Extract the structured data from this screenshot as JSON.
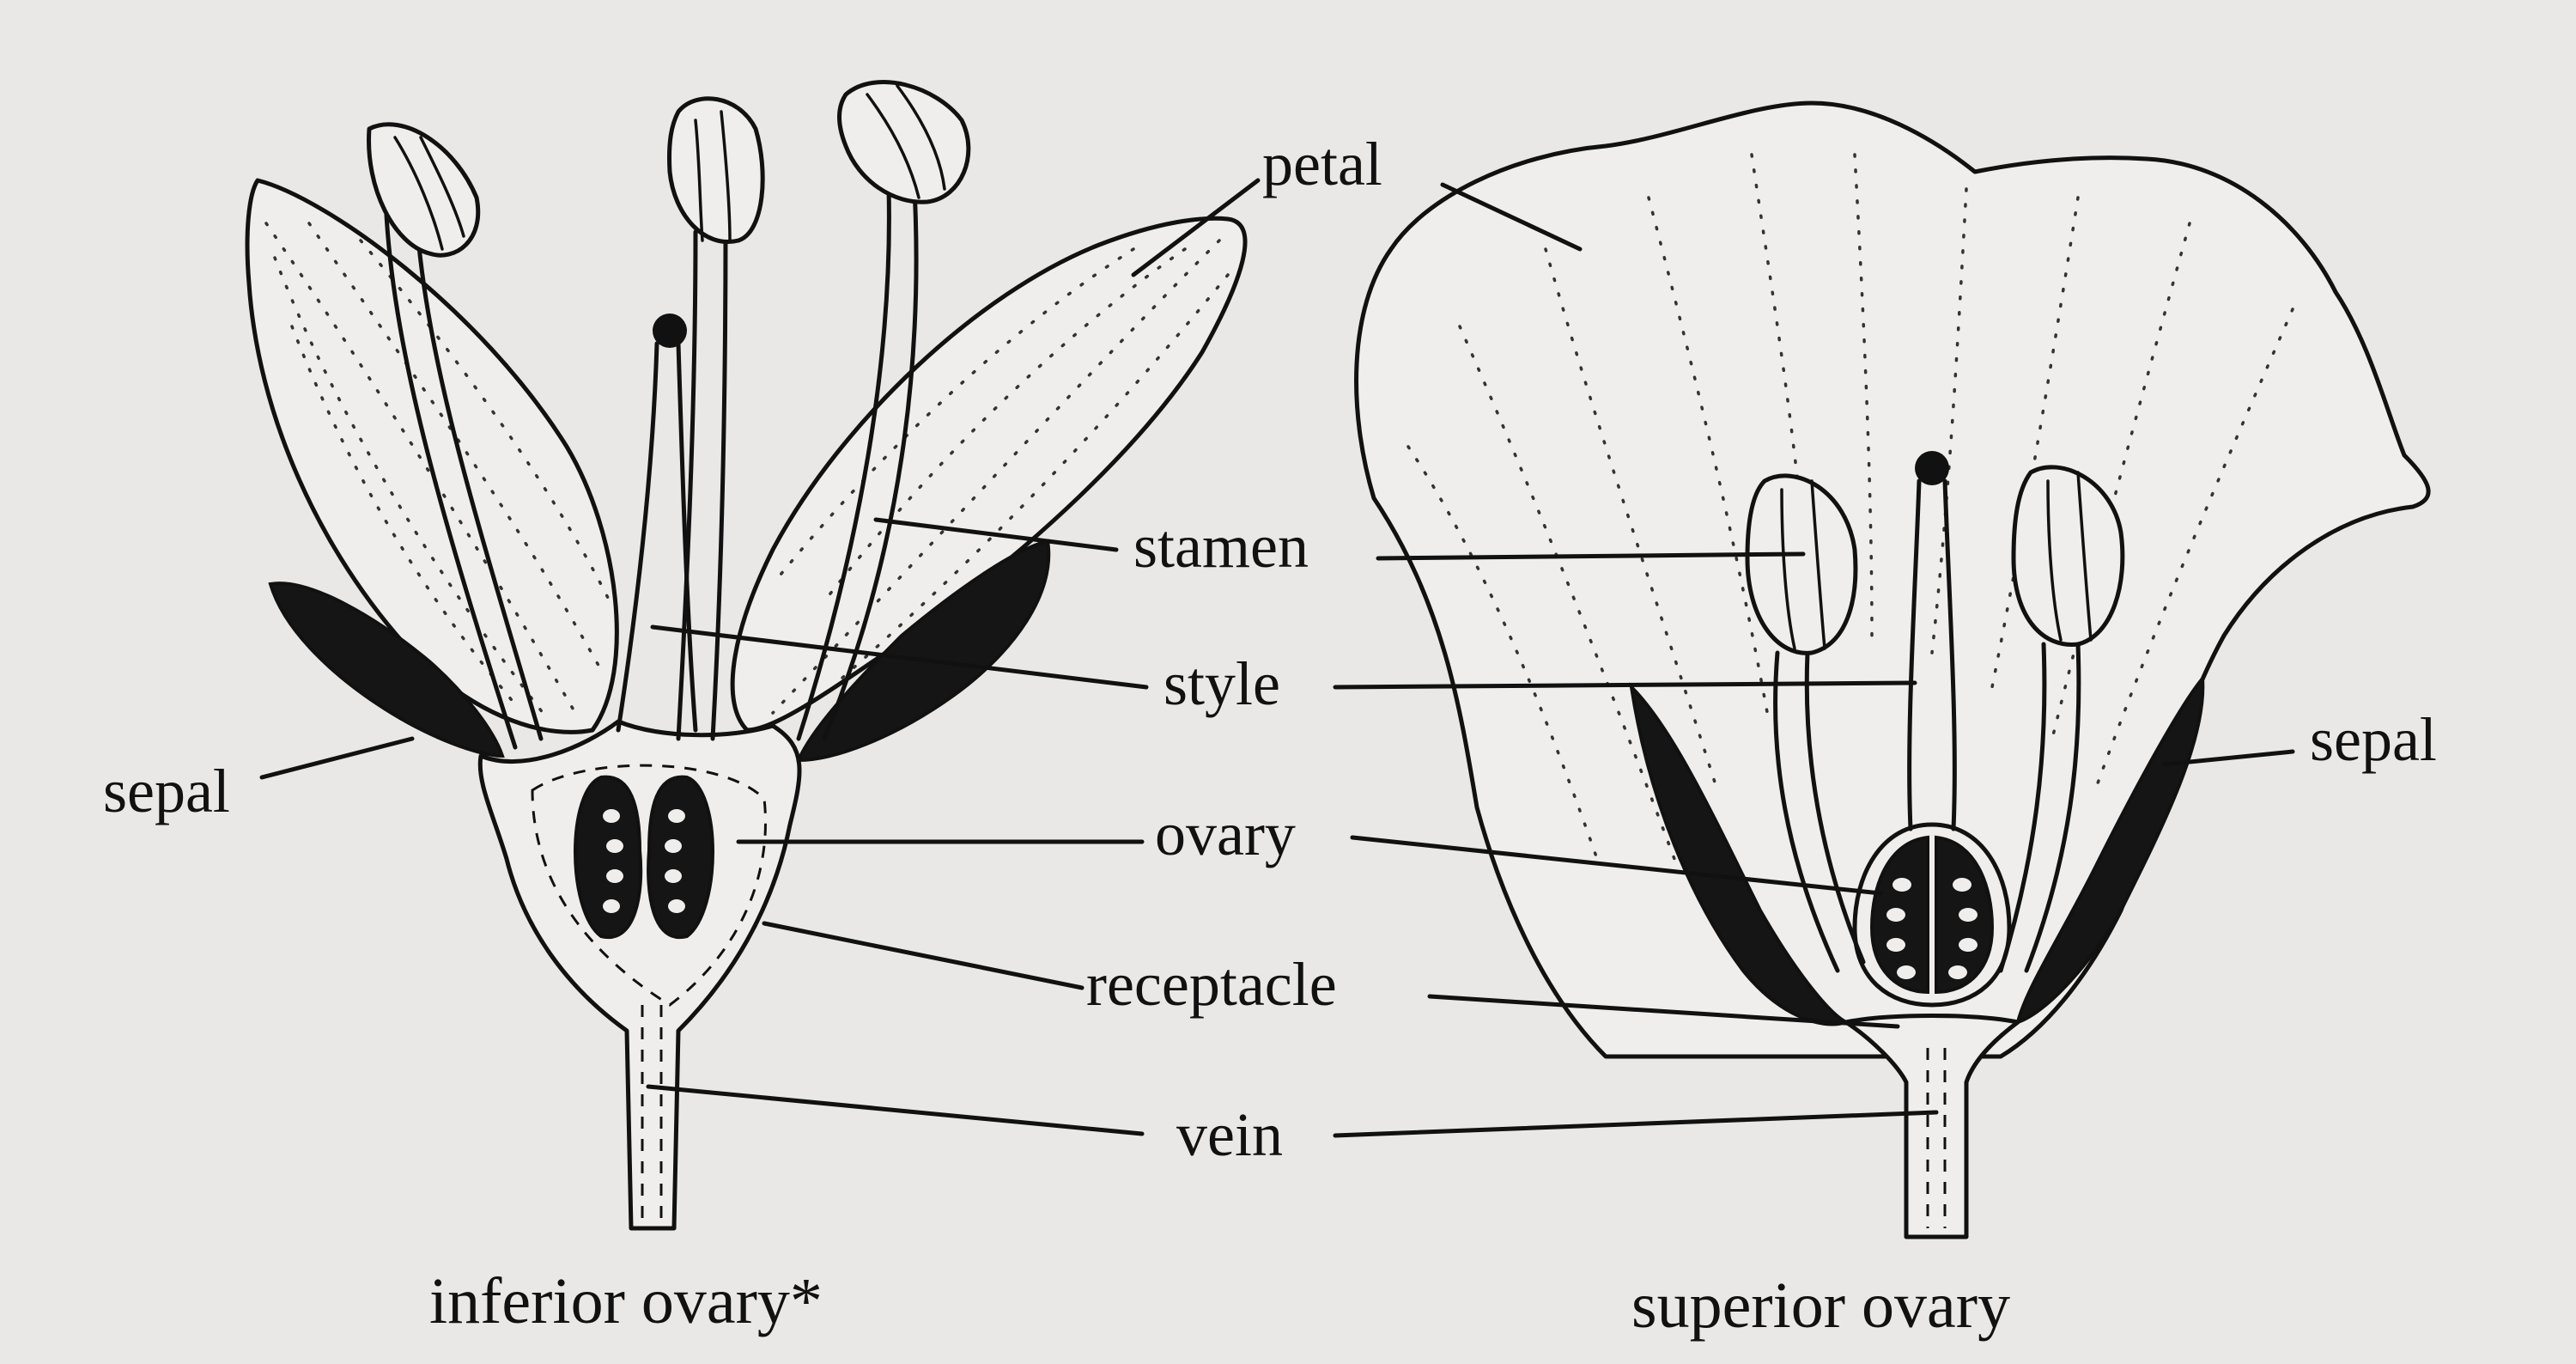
{
  "labels": {
    "petal": "petal",
    "stamen": "stamen",
    "style": "style",
    "ovary": "ovary",
    "receptacle": "receptacle",
    "vein": "vein",
    "sepal_left": "sepal",
    "sepal_right": "sepal"
  },
  "captions": {
    "left": "inferior ovary*",
    "right": "superior ovary"
  }
}
